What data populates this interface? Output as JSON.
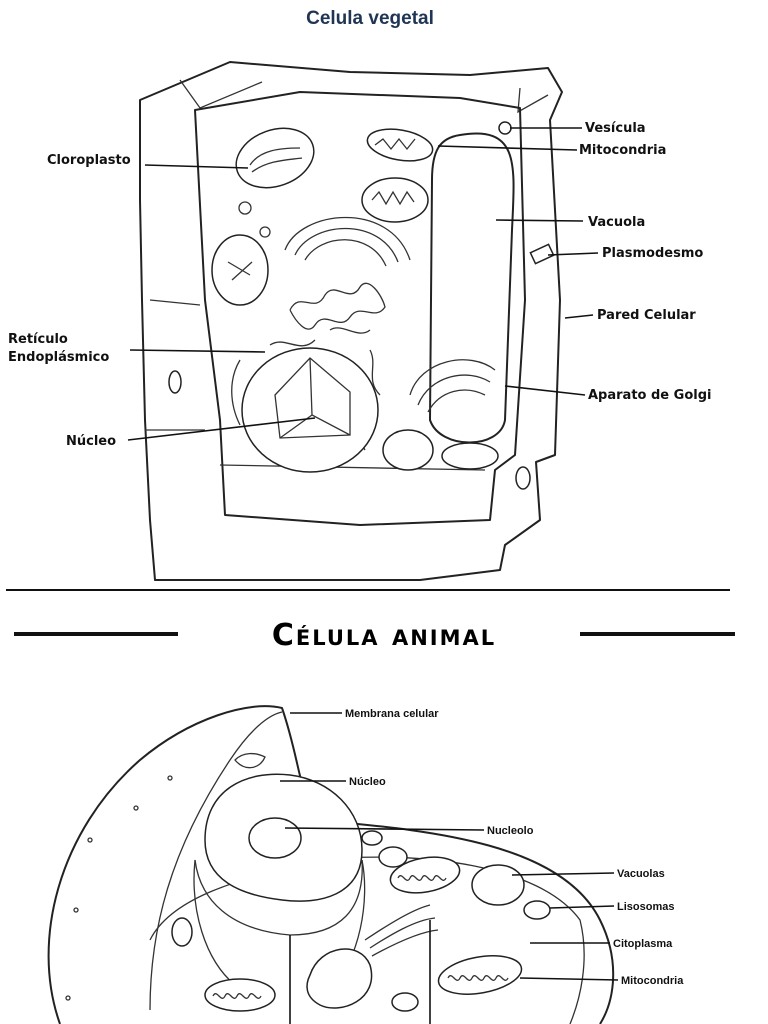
{
  "plant": {
    "title": "Celula vegetal",
    "labels": {
      "vesicula": "Vesícula",
      "mitocondria": "Mitocondria",
      "cloroplasto": "Cloroplasto",
      "vacuola": "Vacuola",
      "plasmodesmo": "Plasmodesmo",
      "pared": "Pared Celular",
      "reticulo_1": "Retículo",
      "reticulo_2": "Endoplásmico",
      "golgi": "Aparato de Golgi",
      "nucleo": "Núcleo"
    }
  },
  "animal": {
    "title": "Célula animal",
    "labels": {
      "membrana": "Membrana celular",
      "nucleo": "Núcleo",
      "nucleolo": "Nucleolo",
      "vacuolas": "Vacuolas",
      "lisosomas": "Lisosomas",
      "citoplasma": "Citoplasma",
      "mitocondria": "Mitocondria"
    }
  },
  "colors": {
    "title_plant": "#1f3553",
    "ink": "#111111"
  }
}
